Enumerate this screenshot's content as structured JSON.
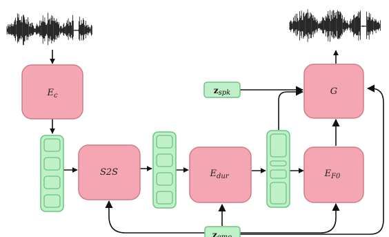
{
  "colors": {
    "block_fill": "#f4a6b3",
    "block_stroke": "#d27a88",
    "feature_fill": "#bff0c8",
    "feature_stroke": "#6cc484",
    "arrow": "#111111",
    "waveform": "#111111"
  },
  "icons": {
    "input_audio": "waveform-icon",
    "output_audio": "waveform-icon"
  },
  "blocks": {
    "ec": {
      "base": "E",
      "sub": "c"
    },
    "s2s": {
      "label": "S2S"
    },
    "edur": {
      "base": "E",
      "sub": "dur"
    },
    "ef0": {
      "base": "E",
      "sub": "F0"
    },
    "g": {
      "label": "G"
    }
  },
  "latents": {
    "zspk": {
      "base": "z",
      "sub": "spk"
    },
    "zemo": {
      "base": "z",
      "sub": "emo"
    }
  }
}
